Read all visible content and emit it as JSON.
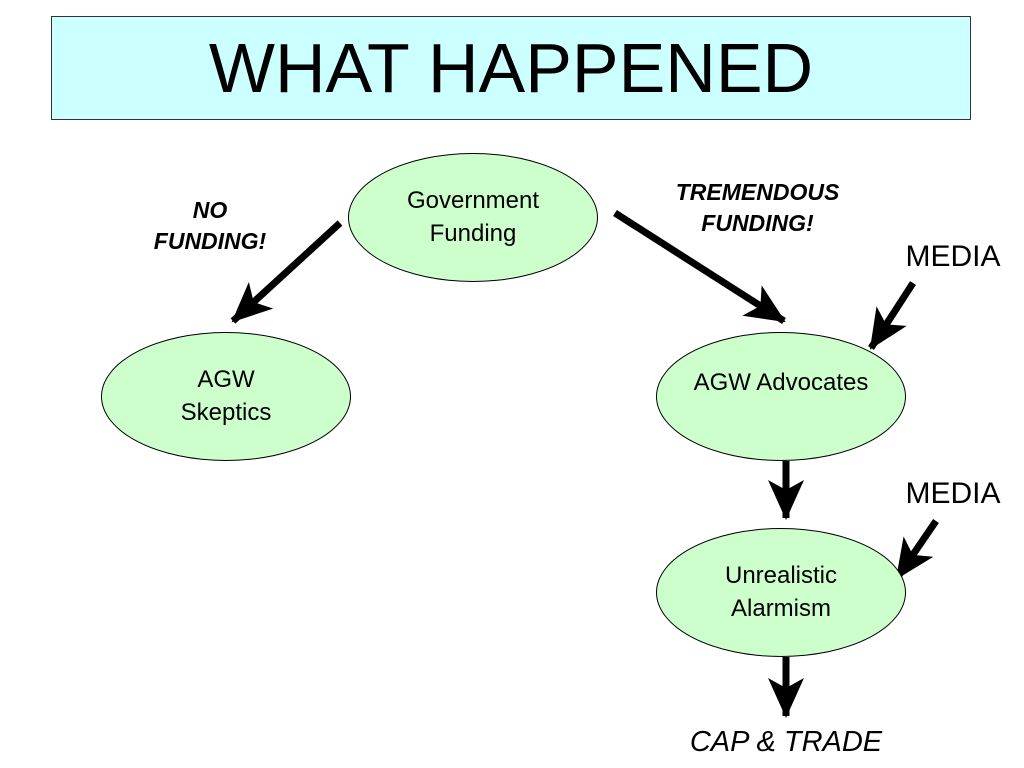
{
  "title": "WHAT HAPPENED",
  "nodes": {
    "government_funding": "Government\nFunding",
    "agw_skeptics": "AGW\nSkeptics",
    "agw_advocates": "AGW Advocates",
    "unrealistic_alarmism": "Unrealistic\nAlarmism"
  },
  "edge_labels": {
    "no_funding": "NO\nFUNDING!",
    "tremendous_funding": "TREMENDOUS\nFUNDING!"
  },
  "media_labels": [
    "MEDIA",
    "MEDIA"
  ],
  "outcome": "CAP & TRADE",
  "colors": {
    "title_background": "#ccffff",
    "node_fill": "#ccffcc",
    "arrow": "#000000"
  }
}
